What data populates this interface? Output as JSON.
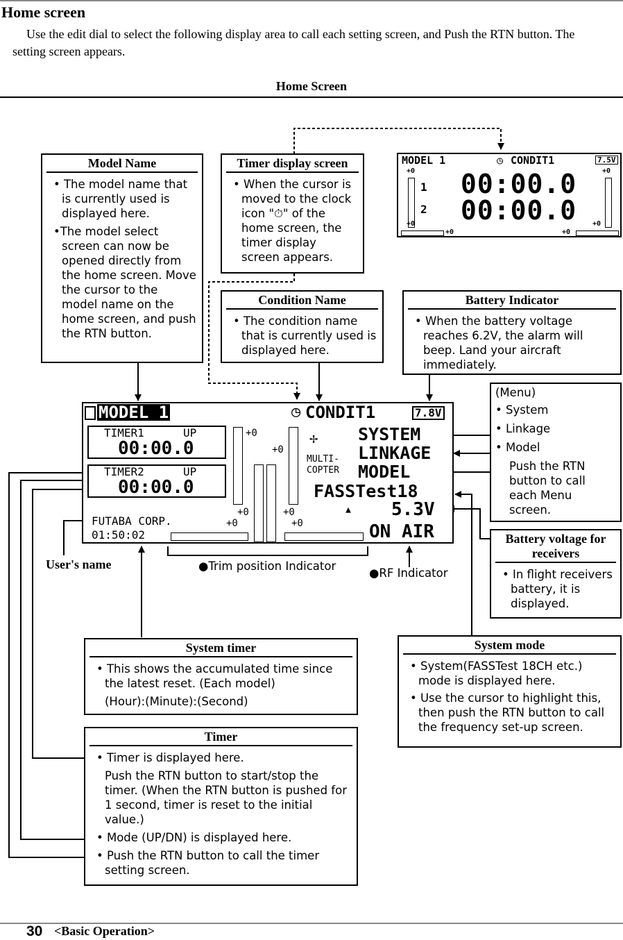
{
  "page": {
    "title": "Home screen",
    "intro": "Use the edit dial to select the following display area to call each setting screen, and Push the RTN button. The setting screen appears.",
    "section_title": "Home Screen",
    "page_number": "30",
    "section": "<Basic Operation>"
  },
  "boxes": {
    "model_name": {
      "title": "Model Name",
      "lines": [
        "• The model name that is currently used is displayed here.",
        "•The model select screen can now be opened directly from the home screen. Move the cursor to the model name on the home screen, and push the RTN button."
      ]
    },
    "timer_display": {
      "title": "Timer display screen",
      "line": "• When the cursor is moved to the clock icon \"⏱\" of the home screen, the timer display screen appears."
    },
    "condition_name": {
      "title": "Condition Name",
      "line": "• The condition name that is currently used is displayed here."
    },
    "battery_indicator": {
      "title": "Battery Indicator",
      "line": "•  When the battery voltage reaches 6.2V, the alarm will beep. Land your aircraft immediately."
    },
    "menu": {
      "header": "(Menu)",
      "items": [
        "• System",
        "• Linkage",
        "• Model"
      ],
      "note": "Push the RTN button to call each Menu screen."
    },
    "battery_receivers": {
      "title": "Battery voltage for receivers",
      "line": "• In flight receivers battery, it is displayed."
    },
    "system_timer": {
      "title": "System timer",
      "line": "• This shows the accumulated time since the latest reset. (Each model)",
      "format": "(Hour):(Minute):(Second)"
    },
    "system_mode": {
      "title": "System mode",
      "lines": [
        "• System(FASSTest 18CH etc.) mode is displayed here.",
        "• Use the cursor to highlight this, then push the RTN button to call the frequency set-up screen."
      ]
    },
    "timer": {
      "title": "Timer",
      "line1": "• Timer is displayed here.",
      "line1_note": "Push the RTN button to start/stop the timer. (When the RTN button is pushed for 1 second, timer is reset to the initial value.)",
      "line2": "•  Mode (UP/DN) is displayed here.",
      "line3": "•  Push the RTN button to call the timer setting screen."
    }
  },
  "labels": {
    "users_name": "User's name",
    "trim_indicator": "●Trim position Indicator",
    "rf_indicator": "●RF Indicator"
  },
  "timer_lcd": {
    "model": "MODEL 1",
    "condition": "CONDIT1",
    "voltage": "7.5V",
    "timer1_label": "1",
    "timer2_label": "2",
    "timer1": "00:00.0",
    "timer2": "00:00.0",
    "trim": "+0"
  },
  "home_lcd": {
    "model": "MODEL 1",
    "condition": "CONDIT1",
    "voltage": "7.8V",
    "timer1_name": "TIMER1",
    "timer1_mode": "UP",
    "timer1_value": "00:00.0",
    "timer2_name": "TIMER2",
    "timer2_mode": "UP",
    "timer2_value": "00:00.0",
    "user": "FUTABA CORP.",
    "system_time": "01:50:02",
    "trim": "+0",
    "menu_system": "SYSTEM",
    "menu_linkage": "LINKAGE",
    "menu_model": "MODEL",
    "multicopter_1": "MULTI-",
    "multicopter_2": "COPTER",
    "system_mode": "FASSTest18",
    "rx_voltage": "5.3V",
    "rf_status": "ON AIR"
  }
}
